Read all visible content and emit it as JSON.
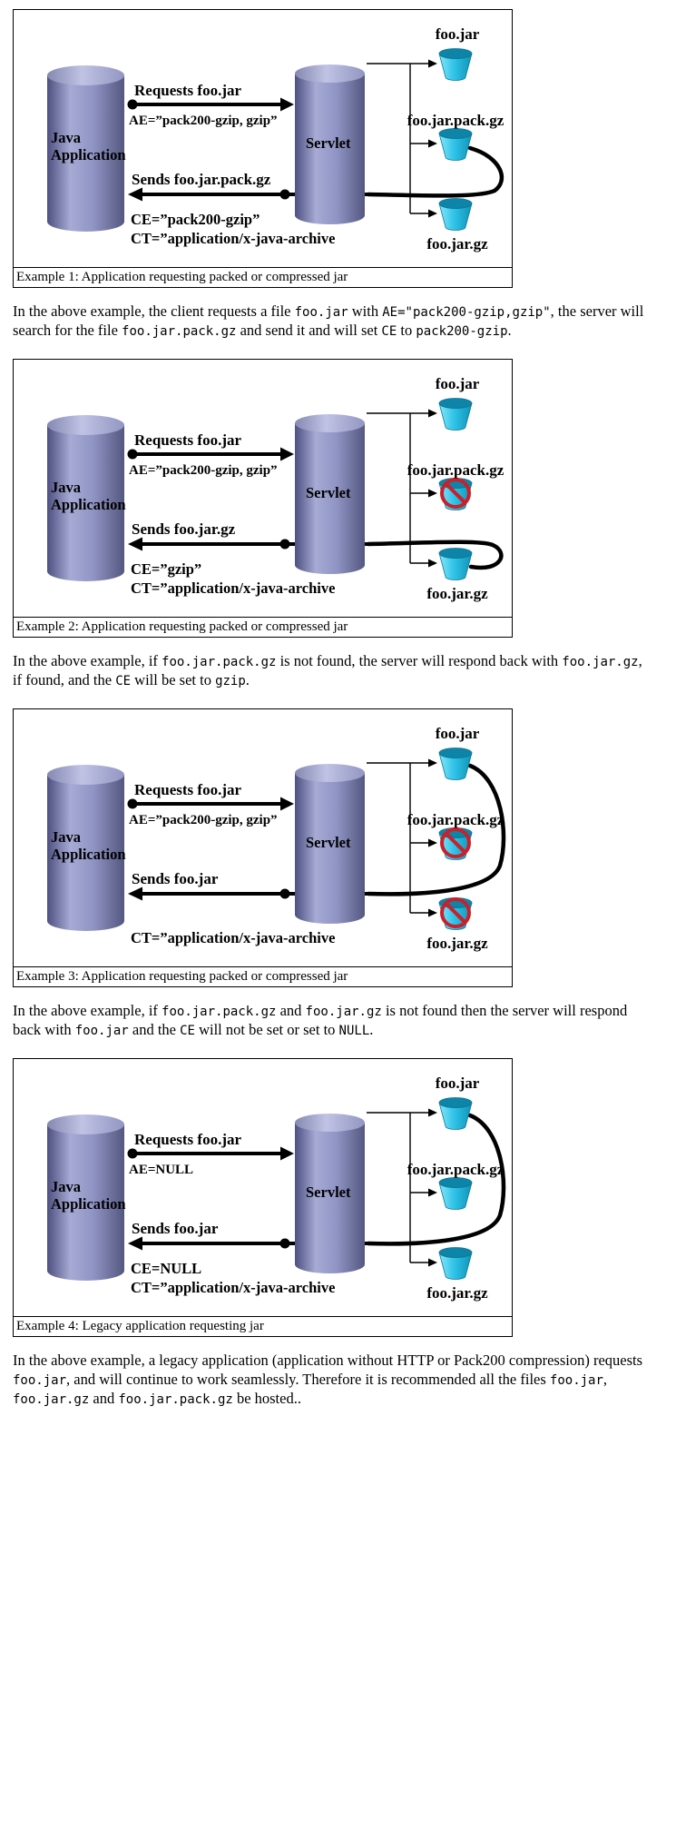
{
  "colors": {
    "cup_cyan": "#2fc2e7",
    "ban_red": "#c9202a",
    "cylinder_periwinkle": "#9094c4"
  },
  "examples": [
    {
      "caption": "Example 1: Application requesting packed or compressed jar",
      "client": {
        "line1": "Java",
        "line2": "Application"
      },
      "server": "Servlet",
      "request": {
        "label": "Requests foo.jar",
        "detail": "AE=”pack200-gzip, gzip”"
      },
      "response": {
        "label": "Sends foo.jar.pack.gz",
        "ce": "CE=”pack200-gzip”",
        "ct": "CT=”application/x-java-archive"
      },
      "files": [
        {
          "label": "foo.jar",
          "missing": false
        },
        {
          "label": "foo.jar.pack.gz",
          "missing": false
        },
        {
          "label": "foo.jar.gz",
          "missing": false
        }
      ]
    },
    {
      "caption": "Example 2: Application requesting packed or compressed jar",
      "client": {
        "line1": "Java",
        "line2": "Application"
      },
      "server": "Servlet",
      "request": {
        "label": "Requests foo.jar",
        "detail": "AE=”pack200-gzip, gzip”"
      },
      "response": {
        "label": "Sends foo.jar.gz",
        "ce": "CE=”gzip”",
        "ct": "CT=”application/x-java-archive"
      },
      "files": [
        {
          "label": "foo.jar",
          "missing": false
        },
        {
          "label": "foo.jar.pack.gz",
          "missing": true
        },
        {
          "label": "foo.jar.gz",
          "missing": false
        }
      ]
    },
    {
      "caption": "Example 3: Application requesting packed or compressed jar",
      "client": {
        "line1": "Java",
        "line2": "Application"
      },
      "server": "Servlet",
      "request": {
        "label": "Requests foo.jar",
        "detail": "AE=”pack200-gzip, gzip”"
      },
      "response": {
        "label": "Sends foo.jar",
        "ce": "",
        "ct": "CT=”application/x-java-archive"
      },
      "files": [
        {
          "label": "foo.jar",
          "missing": false
        },
        {
          "label": "foo.jar.pack.gz",
          "missing": true
        },
        {
          "label": "foo.jar.gz",
          "missing": true
        }
      ]
    },
    {
      "caption": "Example 4: Legacy application requesting  jar",
      "client": {
        "line1": "Java",
        "line2": "Application"
      },
      "server": "Servlet",
      "request": {
        "label": "Requests foo.jar",
        "detail": "AE=NULL"
      },
      "response": {
        "label": "Sends foo.jar",
        "ce": "CE=NULL",
        "ct": "CT=”application/x-java-archive"
      },
      "files": [
        {
          "label": "foo.jar",
          "missing": false
        },
        {
          "label": "foo.jar.pack.gz",
          "missing": false
        },
        {
          "label": "foo.jar.gz",
          "missing": false
        }
      ]
    }
  ],
  "paragraphs": [
    [
      {
        "t": "In the above example, the client requests a file "
      },
      {
        "t": "foo.jar",
        "c": true
      },
      {
        "t": " with "
      },
      {
        "t": "AE=\"pack200-gzip,gzip\"",
        "c": true
      },
      {
        "t": ", the server will search for the file "
      },
      {
        "t": "foo.jar.pack.gz",
        "c": true
      },
      {
        "t": " and send it and will set "
      },
      {
        "t": "CE",
        "c": true
      },
      {
        "t": " to "
      },
      {
        "t": "pack200-gzip",
        "c": true
      },
      {
        "t": "."
      }
    ],
    [
      {
        "t": "In the above example, if "
      },
      {
        "t": "foo.jar.pack.gz",
        "c": true
      },
      {
        "t": " is not found, the server will respond back with "
      },
      {
        "t": "foo.jar.gz",
        "c": true
      },
      {
        "t": ", if found,  and the "
      },
      {
        "t": "CE",
        "c": true
      },
      {
        "t": " will be set to "
      },
      {
        "t": "gzip",
        "c": true
      },
      {
        "t": "."
      }
    ],
    [
      {
        "t": "In the above example, if "
      },
      {
        "t": "foo.jar.pack.gz",
        "c": true
      },
      {
        "t": " and "
      },
      {
        "t": "foo.jar.gz",
        "c": true
      },
      {
        "t": " is not found then the server will respond  back with "
      },
      {
        "t": "foo.jar",
        "c": true
      },
      {
        "t": " and the "
      },
      {
        "t": "CE",
        "c": true
      },
      {
        "t": " will not be set or set to "
      },
      {
        "t": "NULL",
        "c": true
      },
      {
        "t": "."
      }
    ],
    [
      {
        "t": "In the above example, a legacy application (application without HTTP or Pack200 compression) requests "
      },
      {
        "t": "foo.jar",
        "c": true
      },
      {
        "t": ", and will continue to work seamlessly. Therefore it is recommended all the files "
      },
      {
        "t": "foo.jar",
        "c": true
      },
      {
        "t": ", "
      },
      {
        "t": "foo.jar.gz",
        "c": true
      },
      {
        "t": "  and "
      },
      {
        "t": "foo.jar.pack.gz",
        "c": true
      },
      {
        "t": " be hosted.."
      }
    ]
  ]
}
